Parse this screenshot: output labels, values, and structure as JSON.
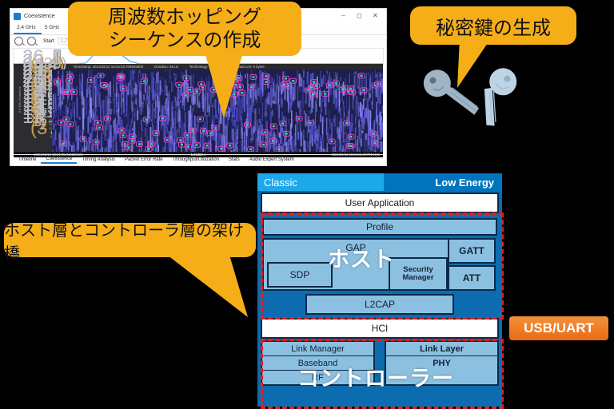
{
  "capture_window": {
    "title": "Coexistence",
    "window_buttons": [
      "minimize-icon",
      "maximize-icon",
      "close-icon"
    ],
    "band_tabs": [
      {
        "label": "2.4 GHz",
        "selected": true
      },
      {
        "label": "5 GHz",
        "selected": false
      }
    ],
    "toolbar": {
      "zoom_in_icon": "zoom-in-icon",
      "zoom_out_icon": "zoom-out-icon",
      "start_label": "Start",
      "start_value": "1,705"
    },
    "spectrogram": {
      "header_fields": [
        "Selected Packet: 1",
        "Timestamp: 2021/02/12 18:24:33.708945800",
        "Duration: 68 us",
        "Technology: Classic",
        "Payload Len: 0 bytes"
      ],
      "axis_label": "2.4 GHz Channels",
      "channel_rows": [
        [
          "26",
          "(14)",
          "(39)",
          "78"
        ],
        [
          "25",
          "",
          "38",
          "74"
        ],
        [
          "24",
          "13",
          "33",
          "70"
        ],
        [
          "23",
          "12",
          "31",
          "66"
        ],
        [
          "22",
          "11",
          "29",
          "62"
        ],
        [
          "21",
          "10",
          "28",
          "58"
        ],
        [
          "20",
          "9",
          "24",
          "52"
        ],
        [
          "19",
          "8",
          "22",
          "48"
        ],
        [
          "18",
          "7",
          "20",
          "44"
        ],
        [
          "17",
          "6",
          "18",
          "38"
        ],
        [
          "16",
          "5",
          "16",
          "34"
        ],
        [
          "15",
          "4",
          "13",
          "30"
        ],
        [
          "14",
          "3",
          "11",
          "22"
        ],
        [
          "13",
          "2",
          "7",
          "18"
        ],
        [
          "12",
          "1",
          "5",
          "12"
        ],
        [
          "11",
          "",
          "1",
          "8"
        ],
        [
          "",
          "(37)",
          "",
          "0"
        ]
      ],
      "footer_left": "2021/02/12 18:24:55.243226128",
      "footer_center": "1.05459 s",
      "footer_right": "2021/02/12 18:24:56.297819454"
    },
    "bottom_tabs": [
      {
        "label": "Timeline",
        "selected": false
      },
      {
        "label": "Coexistence",
        "selected": true
      },
      {
        "label": "Timing Analysis",
        "selected": false
      },
      {
        "label": "Packet Error Rate",
        "selected": false
      },
      {
        "label": "Throughput/Utilization",
        "selected": false
      },
      {
        "label": "Stats",
        "selected": false
      },
      {
        "label": "Audio Expert System",
        "selected": false
      }
    ]
  },
  "stack": {
    "header": {
      "classic": "Classic",
      "low_energy": "Low Energy"
    },
    "user_application": "User Application",
    "profile": "Profile",
    "gap": "GAP",
    "sdp": "SDP",
    "security_manager_line1": "Security",
    "security_manager_line2": "Manager",
    "gatt": "GATT",
    "att": "ATT",
    "l2cap": "L2CAP",
    "hci": "HCI",
    "controller_classic": [
      "Link Manager",
      "Baseband",
      "RF"
    ],
    "controller_le": [
      "Link Layer",
      "PHY"
    ],
    "overlay_host": "ホスト",
    "overlay_controller": "コントローラー",
    "usb_uart": "USB/UART",
    "colors": {
      "classic_header": "#1da8ea",
      "le_header": "#0075be",
      "body": "#0d6cb0",
      "block": "#8cc0e0",
      "outline": "#0a2b4a",
      "highlight_dash": "#f01818",
      "usb_uart": "#ea6a14"
    }
  },
  "callouts": {
    "hopping_line1": "周波数ホッピング",
    "hopping_line2": "シーケンスの作成",
    "secret_key": "秘密鍵の生成",
    "bridge": "ホスト層とコントローラ層の架け橋",
    "color": "#f5ae18"
  },
  "illustration": {
    "keys_label": "two-keys-illustration"
  }
}
